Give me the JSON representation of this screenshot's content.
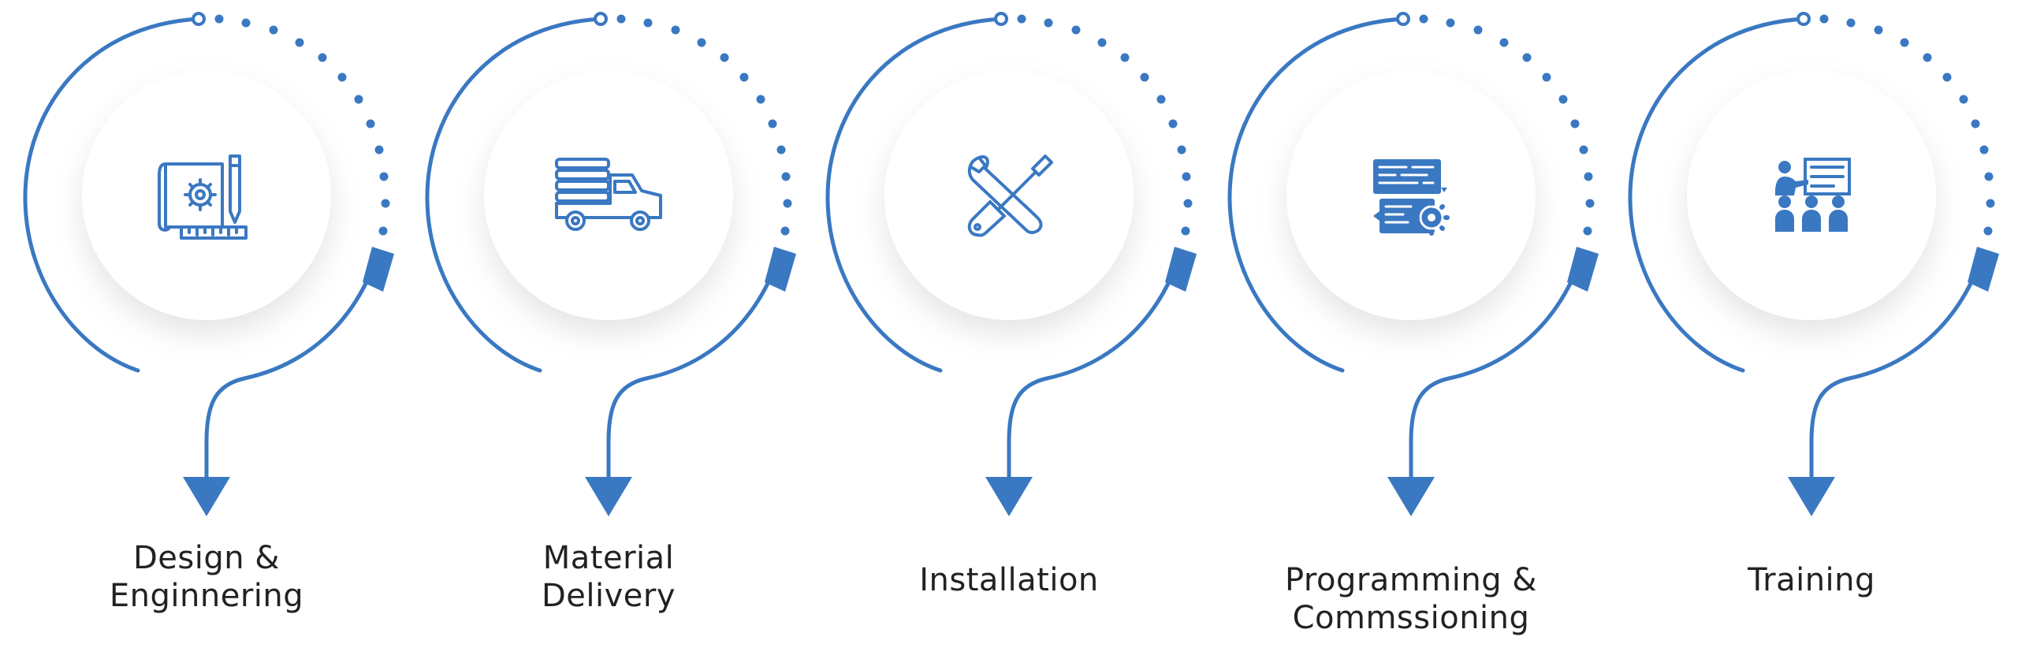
{
  "colors": {
    "accent": "#3a78c2",
    "text": "#222222",
    "circle_fill": "#ffffff"
  },
  "steps": [
    {
      "lines": [
        "Design &",
        "Enginnering"
      ],
      "icon": "blueprint-icon"
    },
    {
      "lines": [
        "Material",
        "Delivery"
      ],
      "icon": "truck-icon"
    },
    {
      "lines": [
        "Installation"
      ],
      "icon": "tools-icon"
    },
    {
      "lines": [
        "Programming &",
        "Commssioning"
      ],
      "icon": "programming-icon"
    },
    {
      "lines": [
        "Training"
      ],
      "icon": "training-icon"
    }
  ]
}
